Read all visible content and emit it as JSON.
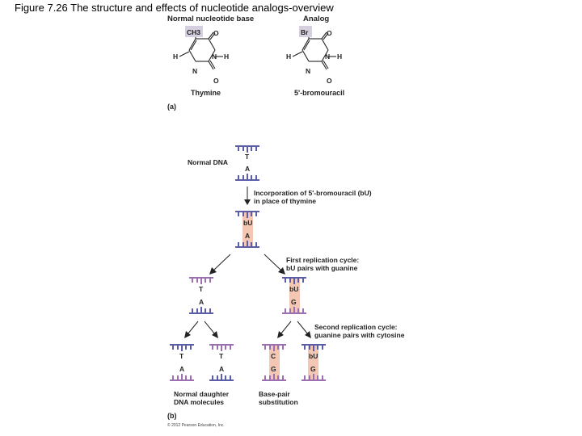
{
  "title": "Figure 7.26 The structure and effects of nucleotide analogs-overview",
  "panel_a": {
    "normal_header": "Normal nucleotide base",
    "analog_header": "Analog",
    "normal_name": "Thymine",
    "analog_name": "5'-bromouracil",
    "normal_substituent": "CH3",
    "analog_substituent": "Br",
    "label": "(a)",
    "atoms": {
      "O": "O",
      "N": "N",
      "H": "H"
    }
  },
  "panel_b": {
    "label": "(b)",
    "normal_dna": "Normal DNA",
    "incorporation_line1": "Incorporation of 5'-bromouracil (bU)",
    "incorporation_line2": "in place of thymine",
    "first_cycle_line1": "First replication cycle:",
    "first_cycle_line2": "bU pairs with guanine",
    "second_cycle_line1": "Second replication cycle:",
    "second_cycle_line2": "guanine pairs with cytosine",
    "normal_daughter_line1": "Normal daughter",
    "normal_daughter_line2": "DNA molecules",
    "substitution_line1": "Base-pair",
    "substitution_line2": "substitution",
    "bases": {
      "normal_top": "T",
      "normal_bottom": "A",
      "bu_top": "bU",
      "bu_bottom": "A",
      "left_top": "T",
      "left_bottom": "A",
      "right_top": "bU",
      "right_bottom": "G",
      "ll_top": "T",
      "ll_bottom": "A",
      "lr_top": "T",
      "lr_bottom": "A",
      "rl_top": "C",
      "rl_bottom": "G",
      "rr_top": "bU",
      "rr_bottom": "G"
    },
    "colors": {
      "strand_blue": "#5b5ea6",
      "strand_purple": "#9c6fb0",
      "highlight": "#f4c7b5",
      "arrow": "#222222"
    }
  },
  "copyright": "© 2012 Pearson Education, Inc."
}
